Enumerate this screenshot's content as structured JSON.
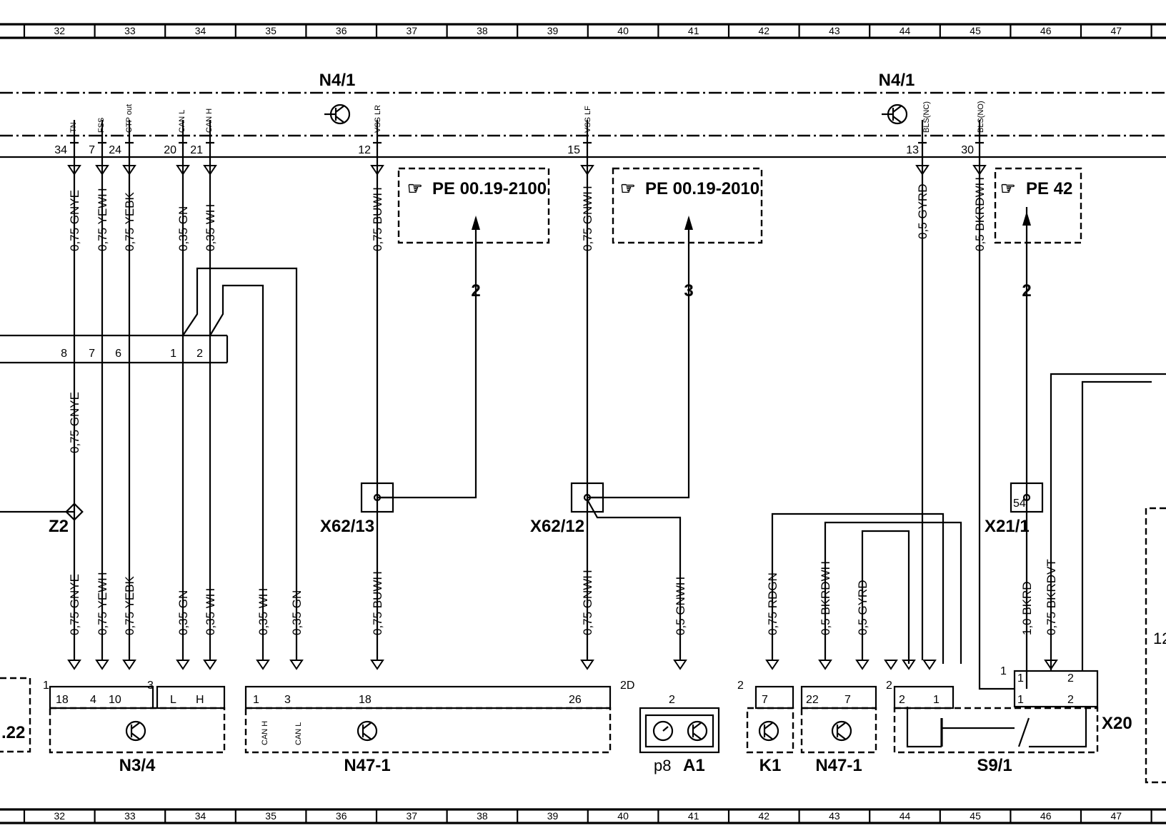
{
  "grid_columns": [
    "32",
    "33",
    "34",
    "35",
    "36",
    "37",
    "38",
    "39",
    "40",
    "41",
    "42",
    "43",
    "44",
    "45",
    "46",
    "47"
  ],
  "components": {
    "n41_left": "N4/1",
    "n41_right": "N4/1",
    "z2": "Z2",
    "x62_13": "X62/13",
    "x62_12": "X62/12",
    "x21_1": "X21/1",
    "n34": "N3/4",
    "n47_1_a": "N47-1",
    "n47_1_b": "N47-1",
    "a1": "A1",
    "a1_prefix": "p8",
    "k1": "K1",
    "s91": "S9/1",
    "x20": "X20",
    "left_partial": ".22",
    "right_partial": "12"
  },
  "signals": {
    "tn": "TN",
    "fss": "FSS",
    "ctp": "CTP out",
    "canl": "CAN L",
    "canh": "CAN H",
    "vsslr": "VSS LR",
    "vsslf": "VSS LF",
    "blsnc": "BLS(NC)",
    "blsno": "BLS(NO)"
  },
  "n41_pins": {
    "p34": "34",
    "p7": "7",
    "p24": "24",
    "p20": "20",
    "p21": "21",
    "p12": "12",
    "p15": "15",
    "p13": "13",
    "p30": "30"
  },
  "refs": {
    "pe1": "PE 00.19-2100",
    "pe2": "PE 00.19-2010",
    "pe3": "PE 42",
    "n1": "2",
    "n2": "3",
    "n3": "2"
  },
  "wires_upper": {
    "w1": "0,75 GNYE",
    "w2": "0,75 YEWH",
    "w3": "0,75 YEBK",
    "w4": "0,35 GN",
    "w5": "0,35 WH",
    "w6": "0,75 BUWH",
    "w7": "0,75 GNWH",
    "w8": "0,5 GYRD",
    "w9": "0,5 BKRDWH"
  },
  "harness_pins": {
    "h8": "8",
    "h7": "7",
    "h6": "6",
    "h1": "1",
    "h2": "2"
  },
  "wire_mid": "0,75 GNYE",
  "wires_lower": {
    "w1": "0,75 GNYE",
    "w2": "0,75 YEWH",
    "w3": "0,75 YEBK",
    "w4": "0,35 GN",
    "w5": "0,35 WH",
    "w6": "0,35 WH",
    "w7": "0,35 GN",
    "w8": "0,75 BUWH",
    "w9": "0,75 GNWH",
    "w10": "0,5 GNWH",
    "w11": "0,75 RDGN",
    "w12": "0,5 BKRDWH",
    "w13": "0,5 GYRD",
    "w14": "1,0 BKRD",
    "w15": "0,75 BKRDVT"
  },
  "bottom_pins": {
    "n34_1": "1",
    "n34_18": "18",
    "n34_4": "4",
    "n34_10": "10",
    "n34_3": "3",
    "n34_L": "L",
    "n34_H": "H",
    "n47a_1": "1",
    "n47a_3": "3",
    "n47a_18": "18",
    "n47a_26": "26",
    "n47a_canh": "CAN H",
    "n47a_canl": "CAN L",
    "a1_2d": "2D",
    "a1_2": "2",
    "k1_2": "2",
    "k1_7": "7",
    "n47b_22": "22",
    "n47b_7": "7",
    "s91_2a": "2",
    "s91_2b": "2",
    "s91_1": "1",
    "x20_1a": "1",
    "x20_1b": "1",
    "x20_1c": "1",
    "x20_2a": "2",
    "x20_2b": "2",
    "x21_54": "54"
  }
}
